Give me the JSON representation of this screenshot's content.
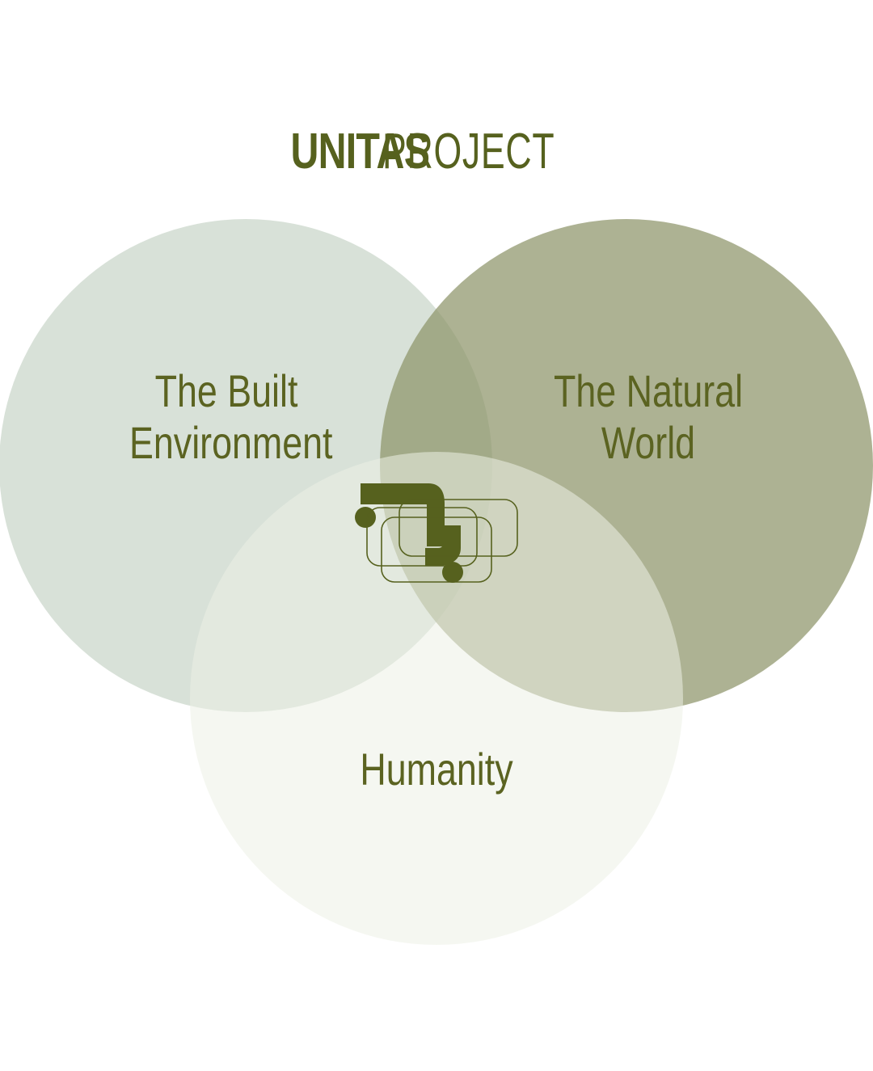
{
  "brand": {
    "primary": "UNITAS",
    "secondary": "PROJECT"
  },
  "circles": {
    "built": {
      "line1": "The Built",
      "line2": "Environment",
      "color": "#c9d6c9"
    },
    "natural": {
      "line1": "The Natural",
      "line2": "World",
      "color": "#9a9f73"
    },
    "humanity": {
      "line1": "Humanity",
      "color": "#eef1e4"
    }
  },
  "colors": {
    "text": "#5b6321",
    "logo": "#56611e",
    "background": "#ffffff"
  },
  "icons": {
    "center_logo": "unitas-monogram-icon"
  }
}
